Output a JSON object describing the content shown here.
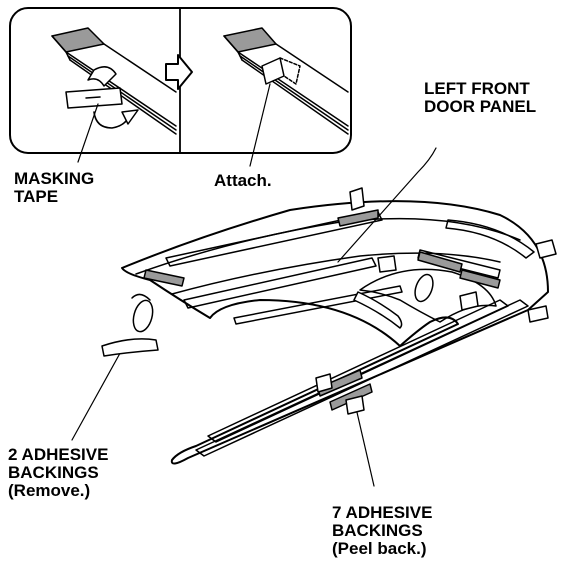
{
  "labels": {
    "left_front_door_panel": [
      "LEFT FRONT",
      "DOOR PANEL"
    ],
    "masking_tape": [
      "MASKING",
      "TAPE"
    ],
    "attach": "Attach.",
    "two_adhesive_backings": [
      "2 ADHESIVE",
      "BACKINGS",
      "(Remove.)"
    ],
    "seven_adhesive_backings": [
      "7 ADHESIVE",
      "BACKINGS",
      "(Peel back.)"
    ]
  },
  "colors": {
    "ink": "#000000",
    "tape_fill": "#9a9a9a",
    "background": "#ffffff"
  },
  "icons": [
    "arrow-right-icon",
    "curved-arrow-icon"
  ]
}
